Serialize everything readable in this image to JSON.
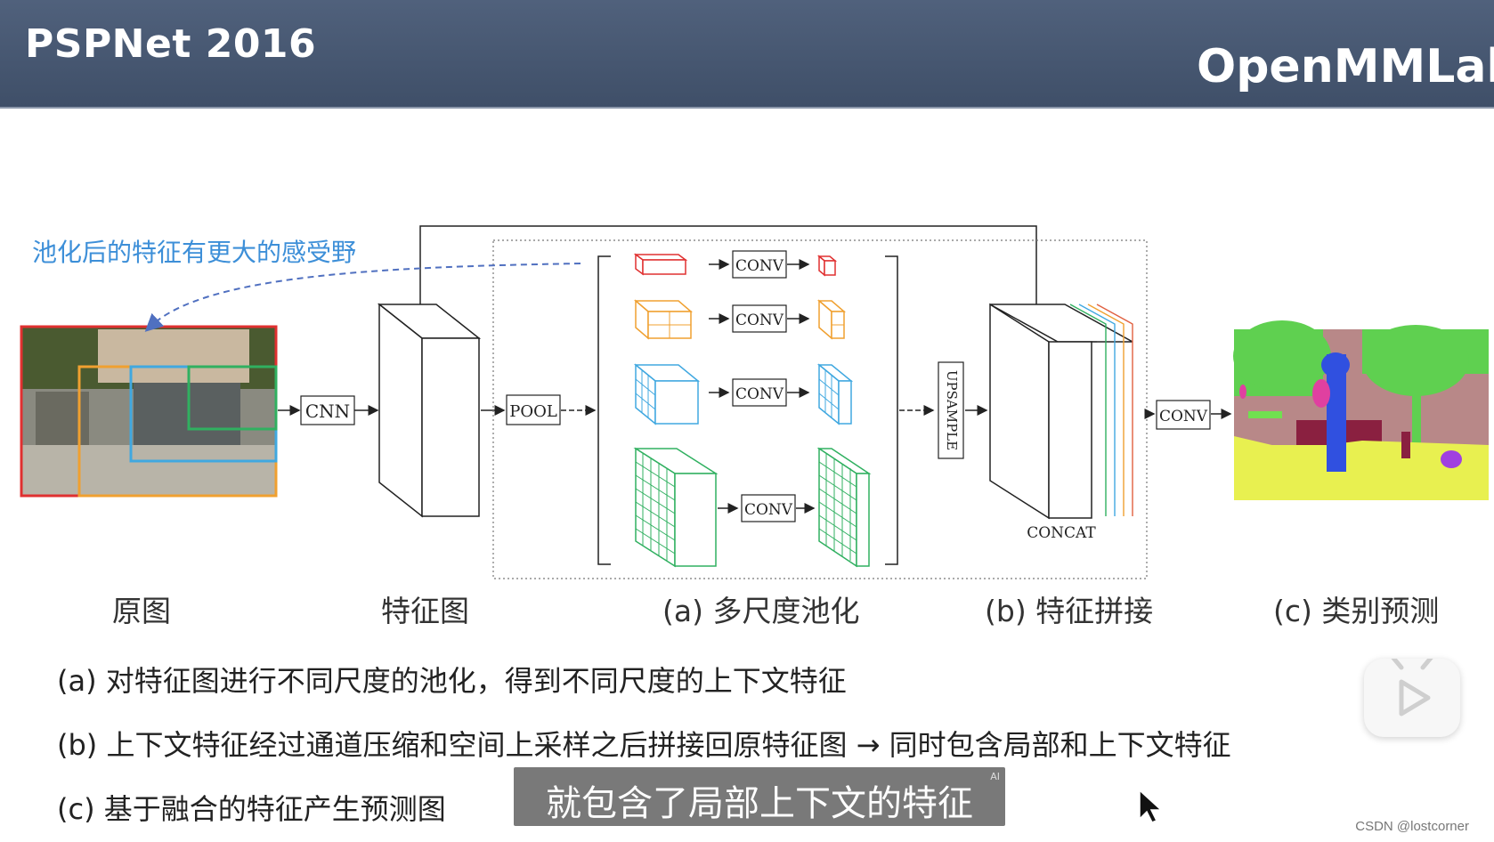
{
  "header": {
    "title": "PSPNet 2016",
    "logo": "OpenMMLab"
  },
  "annotation": "池化后的特征有更大的感受野",
  "diagram": {
    "box_cnn": "CNN",
    "box_pool": "POOL",
    "box_conv": "CONV",
    "box_upsample": "UPSAMPLE",
    "concat_label": "CONCAT"
  },
  "captions": {
    "original": "原图",
    "feature_map": "特征图",
    "a": "(a) 多尺度池化",
    "b": "(b) 特征拼接",
    "c": "(c) 类别预测"
  },
  "descriptions": {
    "a": "(a) 对特征图进行不同尺度的池化，得到不同尺度的上下文特征",
    "b": "(b) 上下文特征经过通道压缩和空间上采样之后拼接回原特征图 → 同时包含局部和上下文特征",
    "c": "(c) 基于融合的特征产生预测图"
  },
  "subtitle": {
    "text": "就包含了局部上下文的特征",
    "badge": "AI"
  },
  "watermark": "CSDN @lostcorner",
  "colors": {
    "header_bg": "#4a5a74",
    "annotation": "#3d8fd8",
    "red": "#e03030",
    "orange": "#f0a030",
    "blue": "#40a8e0",
    "green": "#30b060"
  }
}
